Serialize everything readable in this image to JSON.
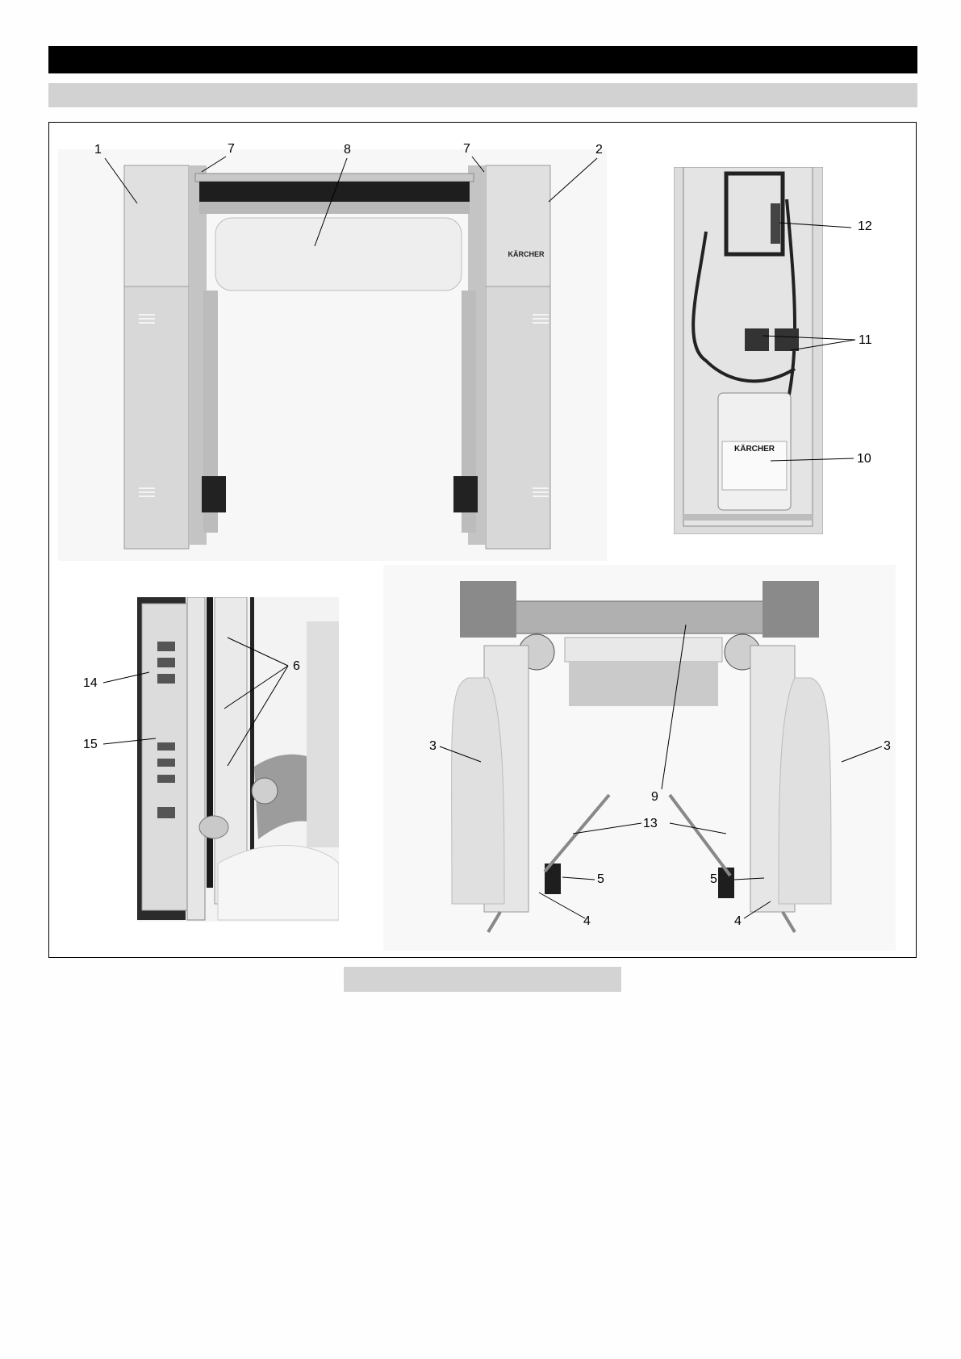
{
  "page": {
    "header_bar": "",
    "subheader_bar": "",
    "figure_caption": ""
  },
  "figure": {
    "photos": [
      {
        "id": "front-view",
        "brand": "KÄRCHER",
        "callouts": [
          "1",
          "7",
          "8",
          "7",
          "2"
        ]
      },
      {
        "id": "chemical-cabinet",
        "brand": "KÄRCHER",
        "callouts": [
          "12",
          "11",
          "10"
        ]
      },
      {
        "id": "control-cabinet",
        "callouts": [
          "14",
          "6",
          "15"
        ]
      },
      {
        "id": "underside-view",
        "callouts": [
          "3",
          "9",
          "3",
          "13",
          "5",
          "5",
          "4",
          "4"
        ]
      }
    ]
  }
}
